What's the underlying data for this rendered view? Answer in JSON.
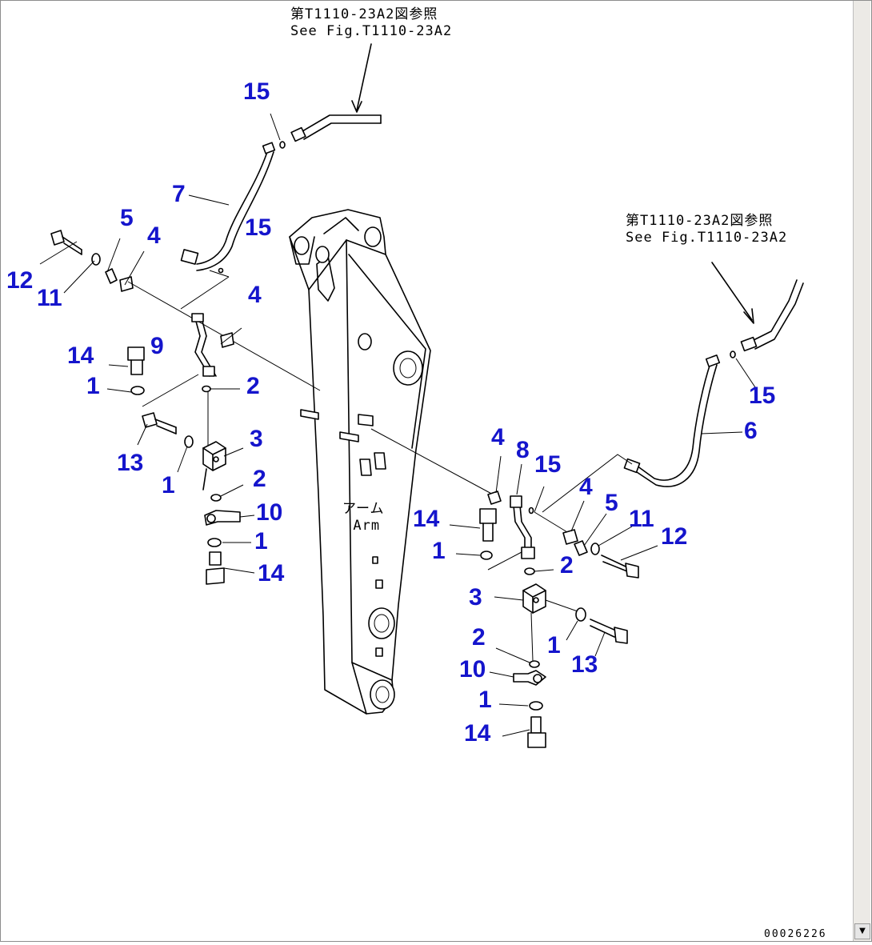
{
  "reference_note_top": {
    "jp": "第T1110-23A2図参照",
    "en": "See Fig.T1110-23A2"
  },
  "reference_note_right": {
    "jp": "第T1110-23A2図参照",
    "en": "See Fig.T1110-23A2"
  },
  "arm_label": {
    "jp": "アーム",
    "en": "Arm"
  },
  "document_code": "00026226",
  "callouts": [
    {
      "id": "c-15-top",
      "text": "15"
    },
    {
      "id": "c-7",
      "text": "7"
    },
    {
      "id": "c-5-left",
      "text": "5"
    },
    {
      "id": "c-4-left-top",
      "text": "4"
    },
    {
      "id": "c-15-left",
      "text": "15"
    },
    {
      "id": "c-12-left",
      "text": "12"
    },
    {
      "id": "c-11-left",
      "text": "11"
    },
    {
      "id": "c-4-left-mid",
      "text": "4"
    },
    {
      "id": "c-14-left-top",
      "text": "14"
    },
    {
      "id": "c-9",
      "text": "9"
    },
    {
      "id": "c-1-left-a",
      "text": "1"
    },
    {
      "id": "c-2-left-a",
      "text": "2"
    },
    {
      "id": "c-3-left",
      "text": "3"
    },
    {
      "id": "c-13-left",
      "text": "13"
    },
    {
      "id": "c-1-left-b",
      "text": "1"
    },
    {
      "id": "c-2-left-b",
      "text": "2"
    },
    {
      "id": "c-10-left",
      "text": "10"
    },
    {
      "id": "c-1-left-c",
      "text": "1"
    },
    {
      "id": "c-14-left-bottom",
      "text": "14"
    },
    {
      "id": "c-15-right",
      "text": "15"
    },
    {
      "id": "c-6",
      "text": "6"
    },
    {
      "id": "c-4-right-top",
      "text": "4"
    },
    {
      "id": "c-8",
      "text": "8"
    },
    {
      "id": "c-15-right-mid",
      "text": "15"
    },
    {
      "id": "c-14-right-top",
      "text": "14"
    },
    {
      "id": "c-4-right-mid",
      "text": "4"
    },
    {
      "id": "c-5-right",
      "text": "5"
    },
    {
      "id": "c-11-right",
      "text": "11"
    },
    {
      "id": "c-12-right",
      "text": "12"
    },
    {
      "id": "c-1-right-a",
      "text": "1"
    },
    {
      "id": "c-2-right-a",
      "text": "2"
    },
    {
      "id": "c-3-right",
      "text": "3"
    },
    {
      "id": "c-1-right-b",
      "text": "1"
    },
    {
      "id": "c-13-right",
      "text": "13"
    },
    {
      "id": "c-2-right-b",
      "text": "2"
    },
    {
      "id": "c-10-right",
      "text": "10"
    },
    {
      "id": "c-1-right-c",
      "text": "1"
    },
    {
      "id": "c-14-right-bottom",
      "text": "14"
    }
  ],
  "colors": {
    "callout": "#1515cc",
    "line": "#000000",
    "background": "#ffffff",
    "scrollbar": "#eceae6"
  },
  "icons": {
    "scroll_down": "triangle-down-icon"
  }
}
